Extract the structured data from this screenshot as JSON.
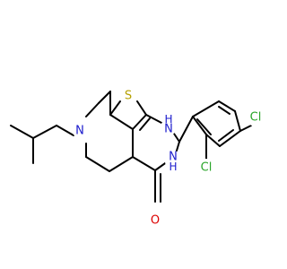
{
  "molecule": {
    "atoms": {
      "sulfur": "S",
      "ring_nitrogen": "N",
      "nh_top": "H\nN",
      "nh_bottom": "N\nH",
      "oxygen": "O",
      "chlorine_para": "Cl",
      "chlorine_ortho": "Cl"
    },
    "colors": {
      "bond": "#000000",
      "sulfur": "#b5a000",
      "nitrogen": "#1a1acc",
      "oxygen": "#dd0000",
      "chlorine": "#2aa52a"
    }
  }
}
